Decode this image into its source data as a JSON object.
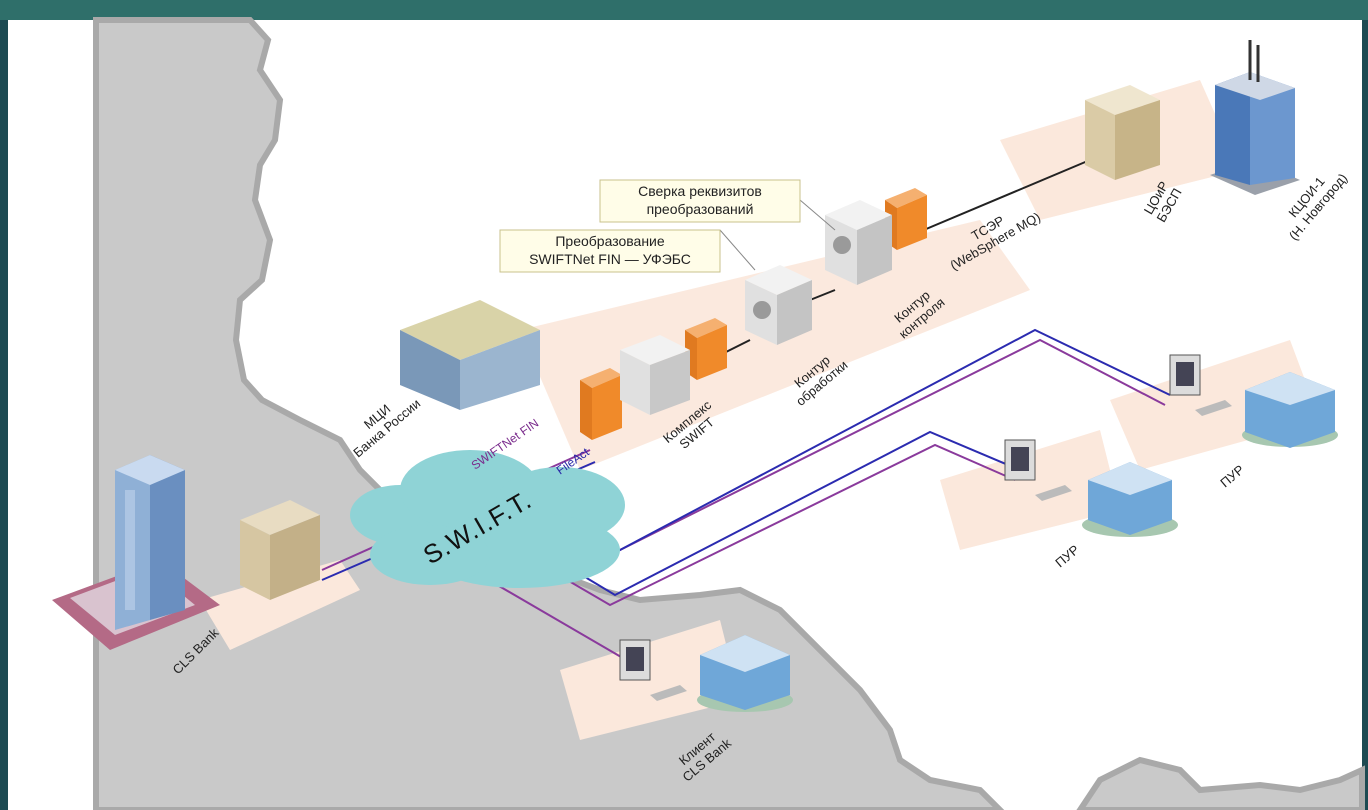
{
  "labels": {
    "callout_1": [
      "Сверка реквизитов",
      "преобразований"
    ],
    "callout_2": [
      "Преобразование",
      "SWIFTNet FIN — УФЭБС"
    ],
    "tser": [
      "ТСЭР",
      "(WebSphere MQ)"
    ],
    "tsoir": [
      "ЦОиР",
      "БЭСП"
    ],
    "ktsoi": [
      "КЦОИ-1",
      "(Н. Новгород)"
    ],
    "kontur_control": [
      "Контур",
      "контроля"
    ],
    "kontur_proc": [
      "Контур",
      "обработки"
    ],
    "complex_swift": [
      "Комплекс",
      "SWIFT"
    ],
    "mci": [
      "МЦИ",
      "Банка России"
    ],
    "swiftnet_fin": "SWIFTNet FIN",
    "fileact": "FileAct",
    "swift_cloud": "S.W.I.F.T.",
    "cls_bank": "CLS Bank",
    "pur_1": "ПУР",
    "pur_2": "ПУР",
    "client_cls": [
      "Клиент",
      "CLS Bank"
    ]
  },
  "colors": {
    "fin_line": "#8a3a9c",
    "fileact_line": "#2b2bb0",
    "cloud": "#8fd3d6",
    "platform": "#fbe8dc",
    "firewall": "#f08a2a",
    "background_map": "#c8c8c8"
  }
}
